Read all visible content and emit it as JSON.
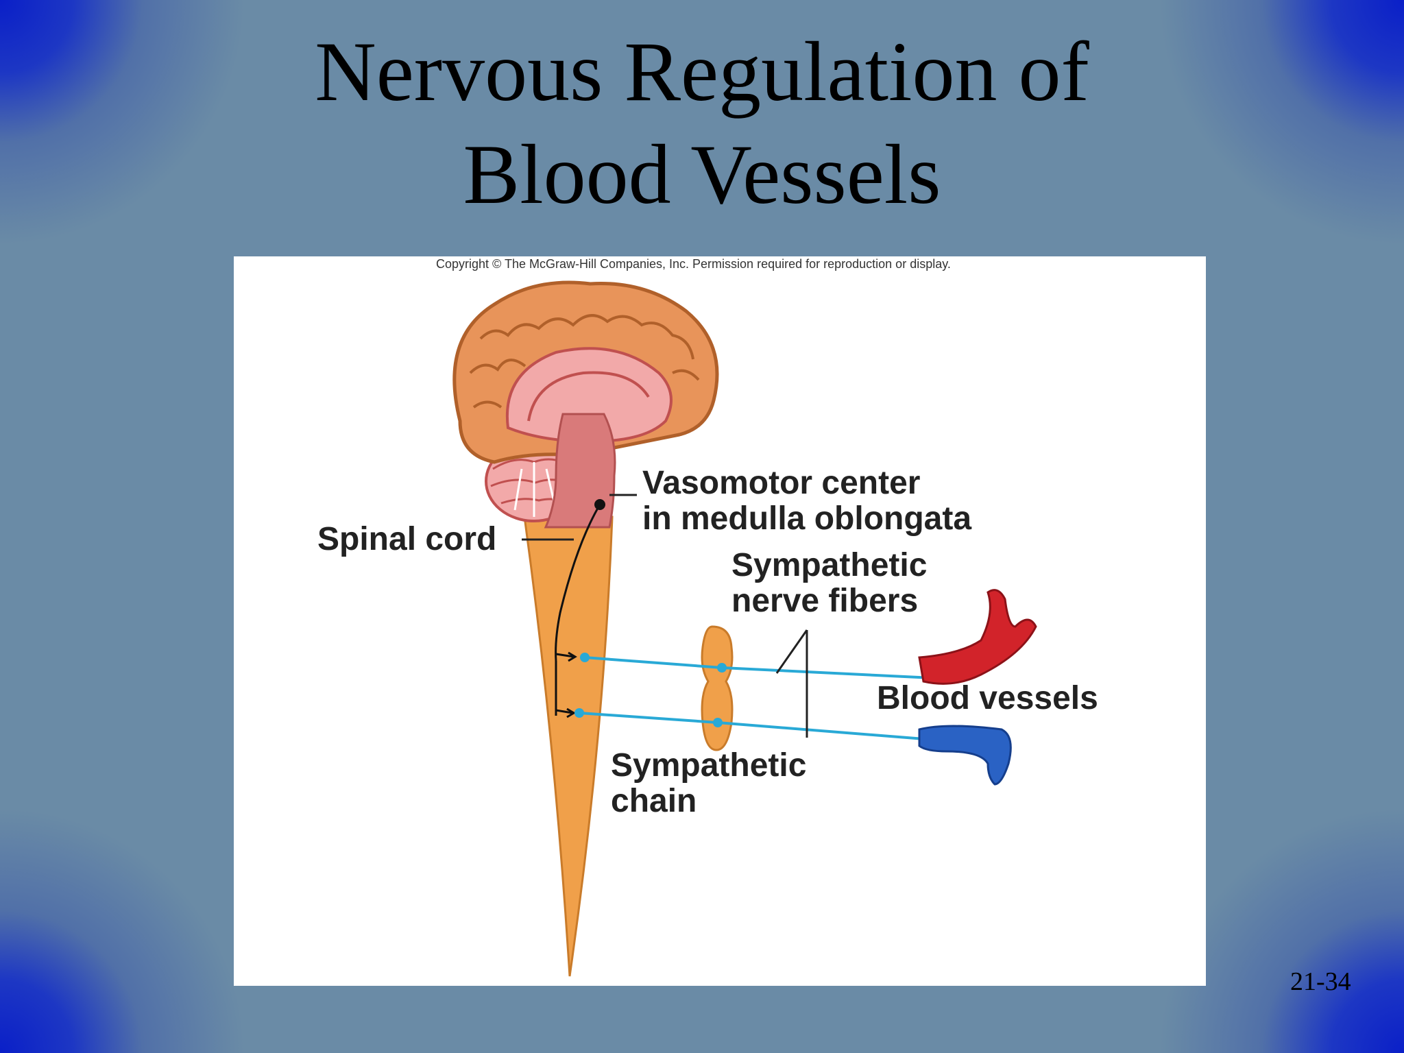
{
  "slide": {
    "title_line1": "Nervous Regulation of",
    "title_line2": "Blood Vessels",
    "slide_number": "21-34"
  },
  "figure": {
    "copyright": "Copyright © The McGraw-Hill Companies, Inc. Permission required for reproduction or display.",
    "labels": {
      "spinal_cord": "Spinal cord",
      "vasomotor_line1": "Vasomotor center",
      "vasomotor_line2": "in medulla oblongata",
      "sympathetic_fibers_line1": "Sympathetic",
      "sympathetic_fibers_line2": "nerve fibers",
      "blood_vessels": "Blood vessels",
      "sympathetic_chain_line1": "Sympathetic",
      "sympathetic_chain_line2": "chain"
    }
  },
  "colors": {
    "background": "#6a8ba6",
    "corner_glow": "#0a1fc8",
    "cerebrum": "#e8945a",
    "brainstem": "#d97a7a",
    "spinal_cord": "#f0a04a",
    "nerve_fiber": "#29a9d6",
    "artery": "#d2232a",
    "vein": "#2a62c4"
  }
}
